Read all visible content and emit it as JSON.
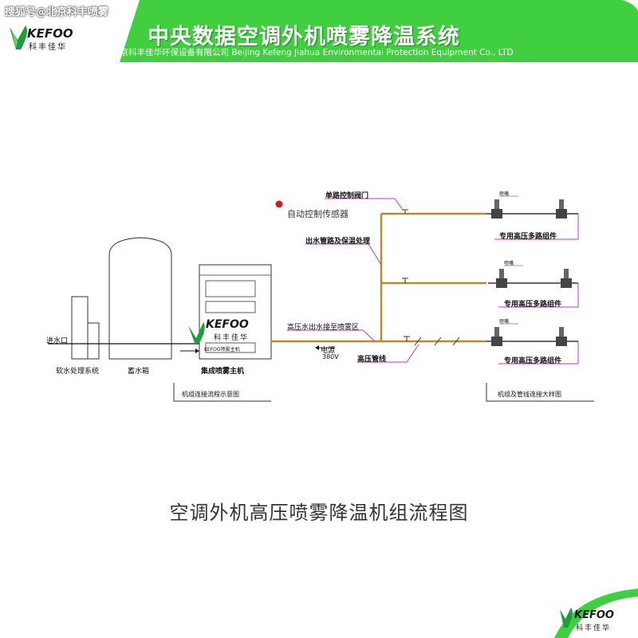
{
  "header": {
    "watermark": "搜狐号@北京科丰喷雾",
    "logo_brand": "KEFOO",
    "logo_sub": "科丰佳华",
    "title": "中央数据空调外机喷雾降温系统",
    "subtitle": "北京科丰佳华环保设备有限公司 Beijing Kefeng Jiahua Environmental Protection Equipment Co., LTD"
  },
  "diagram": {
    "labels": {
      "water_inlet": "进水口",
      "softener": "软水处理系统",
      "tank": "蓄水箱",
      "host": "集成喷雾主机",
      "host_brand": "KEFOO",
      "host_brand_sub": "科丰佳华",
      "host_plate": "KEFOO喷雾主机",
      "valve": "单路控制阀门",
      "sensor": "自动控制传感器",
      "pipe_insulation": "出水管路及保温处理",
      "high_pressure_to_zone": "高压水出水接至喷雾区",
      "power": "电源",
      "voltage": "380V",
      "high_pressure_pipe": "高压管线",
      "nozzle": "喷嘴",
      "assembly": "专用高压多路组件",
      "left_caption": "机组连接流程示意图",
      "right_caption": "机组及管线连接大样图"
    },
    "colors": {
      "pipe": "#b8892e",
      "leader": "#c23ac2",
      "sensor_dot": "#cc1f2a",
      "banner": "#3fcf3f"
    }
  },
  "caption": "空调外机高压喷雾降温机组流程图",
  "footer": {
    "logo_brand": "KEFOO",
    "logo_sub": "科丰佳华"
  }
}
